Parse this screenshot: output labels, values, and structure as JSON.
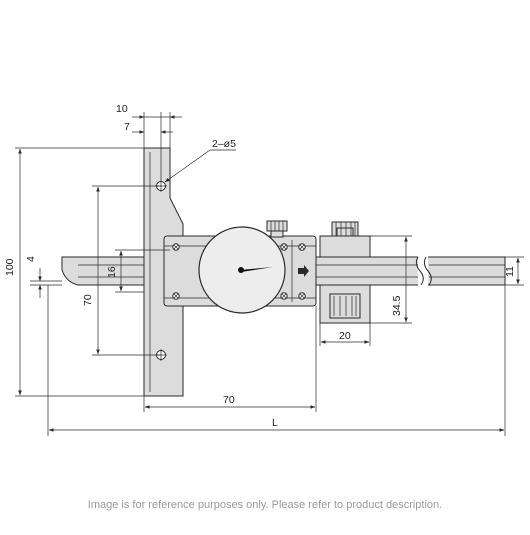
{
  "diagram": {
    "dimensions": {
      "d10": "10",
      "d7": "7",
      "holes": "2–ø5",
      "d100": "100",
      "d4": "4",
      "d16": "16",
      "d70_vertical": "70",
      "d70_horizontal": "70",
      "d34_5": "34.5",
      "d20": "20",
      "d11": "11",
      "dL": "L"
    },
    "footer_note": "Image is for reference purposes only. Please refer to product description.",
    "colors": {
      "body": "#dcdcdc",
      "outline": "#2a2a2a",
      "note": "#9a9a9a"
    }
  }
}
